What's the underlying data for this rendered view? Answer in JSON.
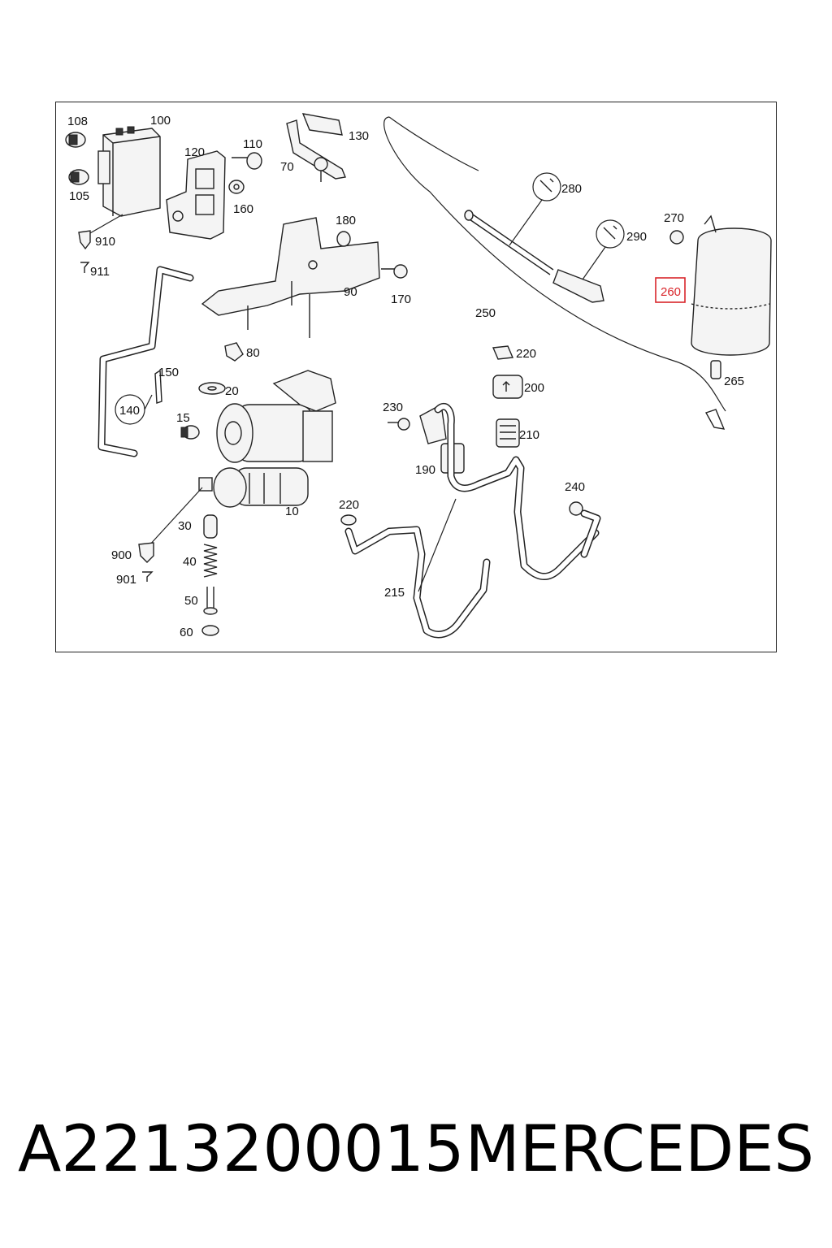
{
  "diagram": {
    "callouts": {
      "c108": "108",
      "c100": "100",
      "c105": "105",
      "c910": "910",
      "c911": "911",
      "c120": "120",
      "c110": "110",
      "c160": "160",
      "c70": "70",
      "c130": "130",
      "c180": "180",
      "c90": "90",
      "c170": "170",
      "c80": "80",
      "c150": "150",
      "c140": "140",
      "c20": "20",
      "c15": "15",
      "c10": "10",
      "c30": "30",
      "c40": "40",
      "c50": "50",
      "c60": "60",
      "c900": "900",
      "c901": "901",
      "c280": "280",
      "c290": "290",
      "c270": "270",
      "c260": "260",
      "c265": "265",
      "c250": "250",
      "c220a": "220",
      "c200": "200",
      "c230": "230",
      "c210": "210",
      "c190": "190",
      "c240": "240",
      "c220b": "220",
      "c215": "215"
    },
    "highlight_color": "#d9262b"
  },
  "footer": {
    "part_number": "A2213200015",
    "brand": "MERCEDES"
  }
}
